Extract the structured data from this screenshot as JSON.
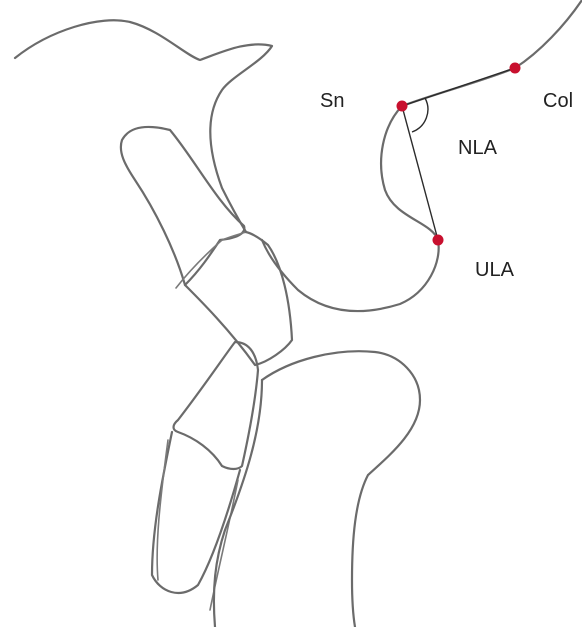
{
  "figure": {
    "landmarks": [
      {
        "key": "sn",
        "label": "Sn"
      },
      {
        "key": "col",
        "label": "Col"
      },
      {
        "key": "ula",
        "label": "ULA"
      }
    ],
    "angle_label": "NLA",
    "colors": {
      "outline": "#6b6b6b",
      "reference_line": "#2b2b2b",
      "landmark_point": "#c8102e",
      "text": "#222222"
    }
  }
}
